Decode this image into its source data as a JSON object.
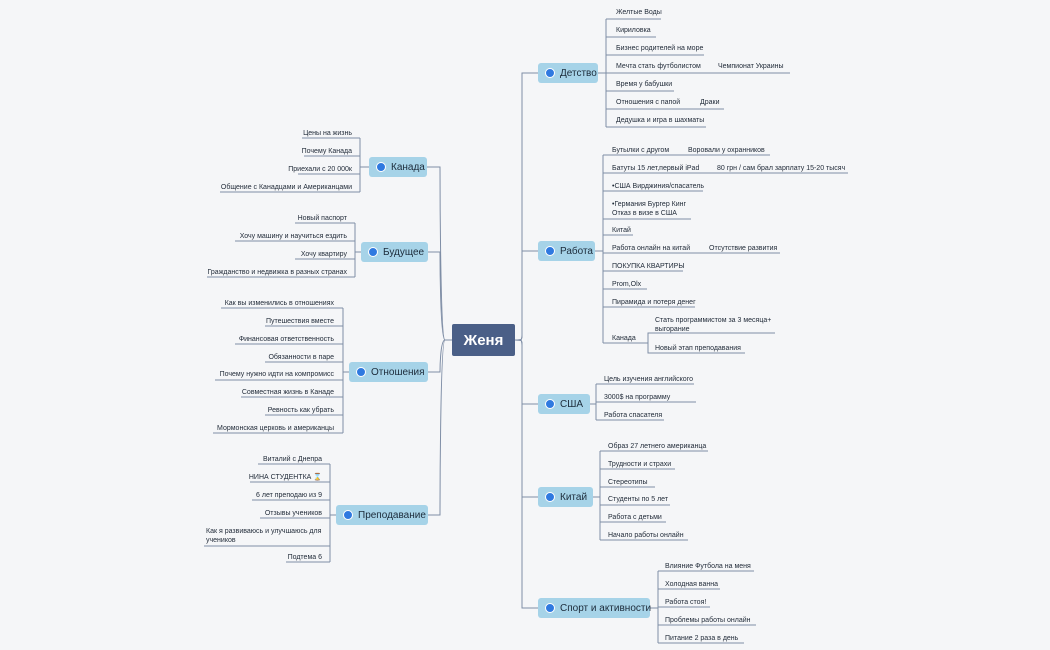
{
  "central": {
    "label": "Женя"
  },
  "branches": {
    "detstvo": {
      "label": "Детство",
      "items": [
        "Желтые Воды",
        "Кириловка",
        "Бизнес родителей на море",
        "Мечта стать футболистом",
        "Время у бабушки",
        "Отношения с папой",
        "Дедушка и игра в шахматы"
      ],
      "subs": {
        "dream": "Чемпионат Украины",
        "father": "Драки"
      }
    },
    "rabota": {
      "label": "Работа",
      "items": [
        "Бутылки с другом",
        "Батуты 15 лет,первый iPad",
        "•США Вирджиния/спасатель",
        "•Германия Бургер Кинг\nОтказ в визе в США",
        "Китай",
        "Работа онлайн на китай",
        "ПОКУПКА КВАРТИРЫ",
        "Prom,Olx",
        "Пирамида и потеря денег",
        "Канада"
      ],
      "subs": {
        "bottles": "Воровали у охранников",
        "batuty": "80 грн / сам брал зарплату 15-20 тысяч",
        "online": "Отсутствие развития",
        "canada1": "Стать программистом за 3 месяца+ выгорание",
        "canada2": "Новый этап преподавания"
      }
    },
    "usa": {
      "label": "США",
      "items": [
        "Цель изучения английского",
        "3000$ на программу",
        "Работа спасателя"
      ]
    },
    "china": {
      "label": "Китай",
      "items": [
        "Образ 27 летнего американца",
        "Трудности и страхи",
        "Стереотипы",
        "Студенты по 5 лет",
        "Работа с детьми",
        "Начало работы онлайн"
      ]
    },
    "sport": {
      "label": "Спорт и активности",
      "items": [
        "Влияние Футбола на меня",
        "Холодная ванна",
        "Работа стоя!",
        "Проблемы работы онлайн",
        "Питание 2 раза в день"
      ]
    },
    "canada": {
      "label": "Канада",
      "items": [
        "Цены на жизнь",
        "Почему Канада",
        "Приехали с 20 000к",
        "Общение с Канадцами и Американцами"
      ]
    },
    "future": {
      "label": "Будущее",
      "items": [
        "Новый паспорт",
        "Хочу машину и научиться ездить",
        "Хочу квартиру",
        "Гражданство и недвижка в разных странах"
      ]
    },
    "relations": {
      "label": "Отношения",
      "items": [
        "Как вы изменились в отношениях",
        "Путешествия вместе",
        "Финансовая ответственность",
        "Обязанности в паре",
        "Почему нужно идти на компромисс",
        "Совместная жизнь в Канаде",
        "Ревность как убрать",
        "Мормонская церковь и американцы"
      ]
    },
    "teaching": {
      "label": "Преподавание",
      "items": [
        "Виталий с Днепра",
        "НИНА СТУДЕНТКА ⌛",
        "6 лет преподаю из 9",
        "Отзывы учеников",
        "Как я развиваюсь и улучшаюсь для учеников",
        "Подтема 6"
      ]
    }
  },
  "colors": {
    "central": "#4a5f87",
    "branch": "#a6d3e8",
    "dot": "#2f79e0",
    "line": "#7f8ea6",
    "background": "#f5f6f8"
  }
}
